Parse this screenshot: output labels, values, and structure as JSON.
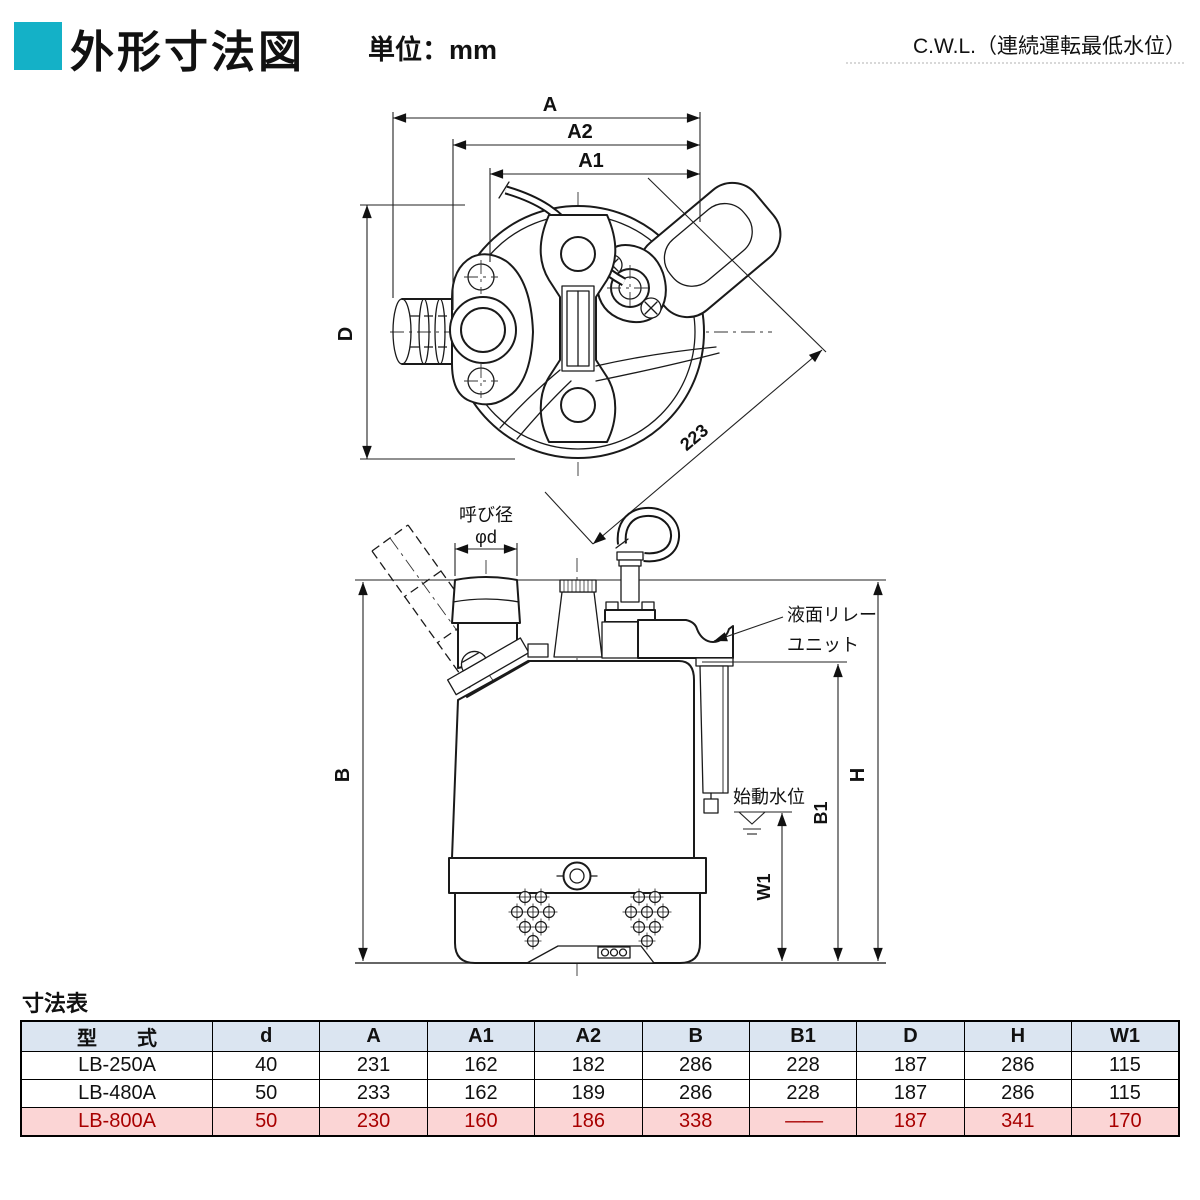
{
  "header": {
    "title": "外形寸法図",
    "unit_label": "単位：mm",
    "cwl_note": "C.W.L.（連続運転最低水位）",
    "accent_color": "#14b1c7"
  },
  "drawing": {
    "top_view": {
      "dim_labels": {
        "a": "A",
        "a2": "A2",
        "a1": "A1",
        "d": "D",
        "diagonal": "223"
      }
    },
    "side_view": {
      "dim_labels": {
        "b": "B",
        "h": "H",
        "b1": "B1",
        "w1": "W1"
      },
      "nominal_diameter_label": {
        "line1": "呼び径",
        "line2": "φd"
      },
      "relay_unit_label": {
        "line1": "液面リレー",
        "line2": "ユニット"
      },
      "start_water_level_label": "始動水位"
    }
  },
  "table": {
    "caption": "寸法表",
    "header_bg": "#dbe5f1",
    "highlight_bg": "#fbd5d5",
    "highlight_text": "#a80000",
    "columns": [
      "型　　式",
      "d",
      "A",
      "A1",
      "A2",
      "B",
      "B1",
      "D",
      "H",
      "W1"
    ],
    "rows": [
      {
        "model": "LB-250A",
        "values": [
          "40",
          "231",
          "162",
          "182",
          "286",
          "228",
          "187",
          "286",
          "115"
        ],
        "highlight": false
      },
      {
        "model": "LB-480A",
        "values": [
          "50",
          "233",
          "162",
          "189",
          "286",
          "228",
          "187",
          "286",
          "115"
        ],
        "highlight": false
      },
      {
        "model": "LB-800A",
        "values": [
          "50",
          "230",
          "160",
          "186",
          "338",
          "——",
          "187",
          "341",
          "170"
        ],
        "highlight": true
      }
    ]
  }
}
